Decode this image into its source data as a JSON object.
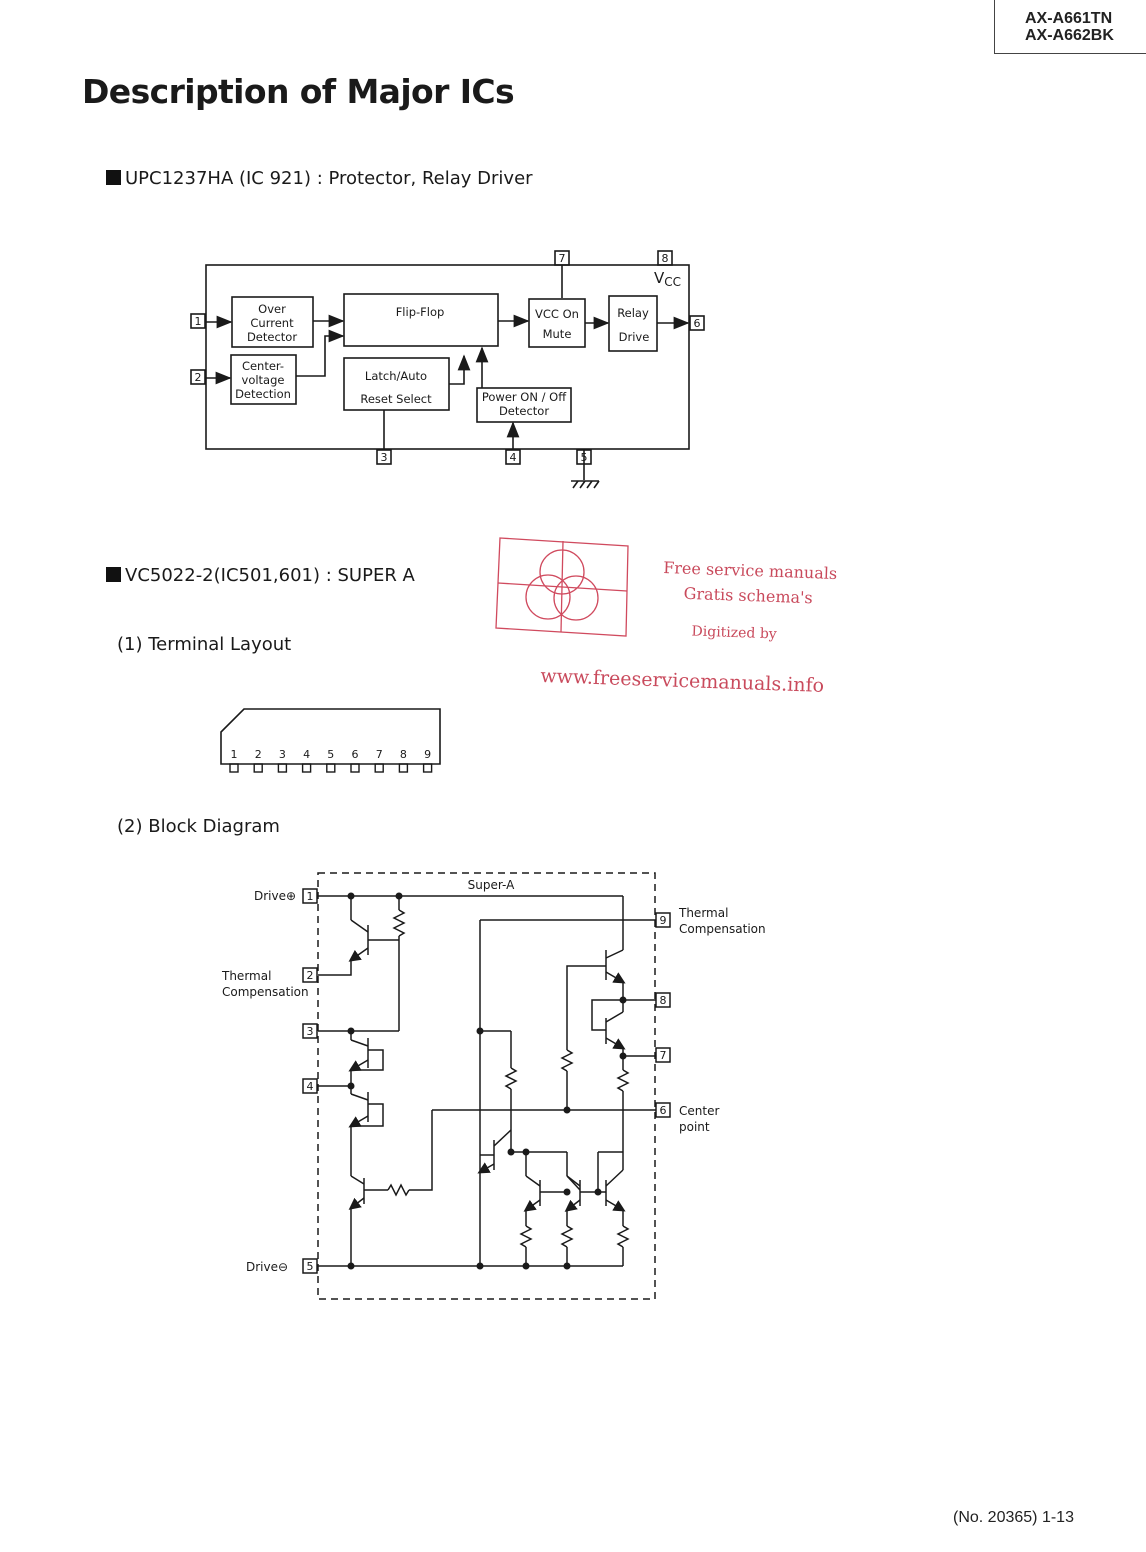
{
  "header": {
    "models": [
      "AX-A661TN",
      "AX-A662BK"
    ]
  },
  "page_title": "Description of Major ICs",
  "ic1": {
    "heading": "UPC1237HA (IC 921) : Protector, Relay Driver",
    "blocks": {
      "over_current": [
        "Over",
        "Current",
        "Detector"
      ],
      "center_voltage": [
        "Center-",
        "voltage",
        "Detection"
      ],
      "flip_flop": "Flip-Flop",
      "latch": [
        "Latch/Auto",
        "Reset Select"
      ],
      "vcc_on_mute": [
        "VCC  On",
        "Mute"
      ],
      "relay_drive": [
        "Relay",
        "Drive"
      ],
      "power_detector": [
        "Power ON / Off",
        "Detector"
      ],
      "vcc_label": "V",
      "vcc_sub": "CC"
    },
    "pins": [
      "1",
      "2",
      "3",
      "4",
      "5",
      "6",
      "7",
      "8"
    ]
  },
  "ic2": {
    "heading": "VC5022-2(IC501,601) : SUPER  A",
    "terminal_layout_title": "(1) Terminal  Layout",
    "terminal_pins": [
      "1",
      "2",
      "3",
      "4",
      "5",
      "6",
      "7",
      "8",
      "9"
    ],
    "block_diagram_title": "(2) Block  Diagram",
    "block_title": "Super-A",
    "left_labels": {
      "drive_plus": "Drive⊕",
      "thermal": [
        "Thermal",
        "Compensation"
      ],
      "drive_minus": "Drive⊖"
    },
    "right_labels": {
      "thermal": [
        "Thermal",
        "Compensation"
      ],
      "center": [
        "Center",
        "point"
      ]
    },
    "pins": [
      "1",
      "2",
      "3",
      "4",
      "5",
      "6",
      "7",
      "8",
      "9"
    ]
  },
  "watermark": {
    "line1": "Free service manuals",
    "line2": "Gratis schema's",
    "line3": "Digitized by",
    "url": "www.freeservicemanuals.info"
  },
  "footer": {
    "page_ref": "(No. 20365) 1-13"
  }
}
